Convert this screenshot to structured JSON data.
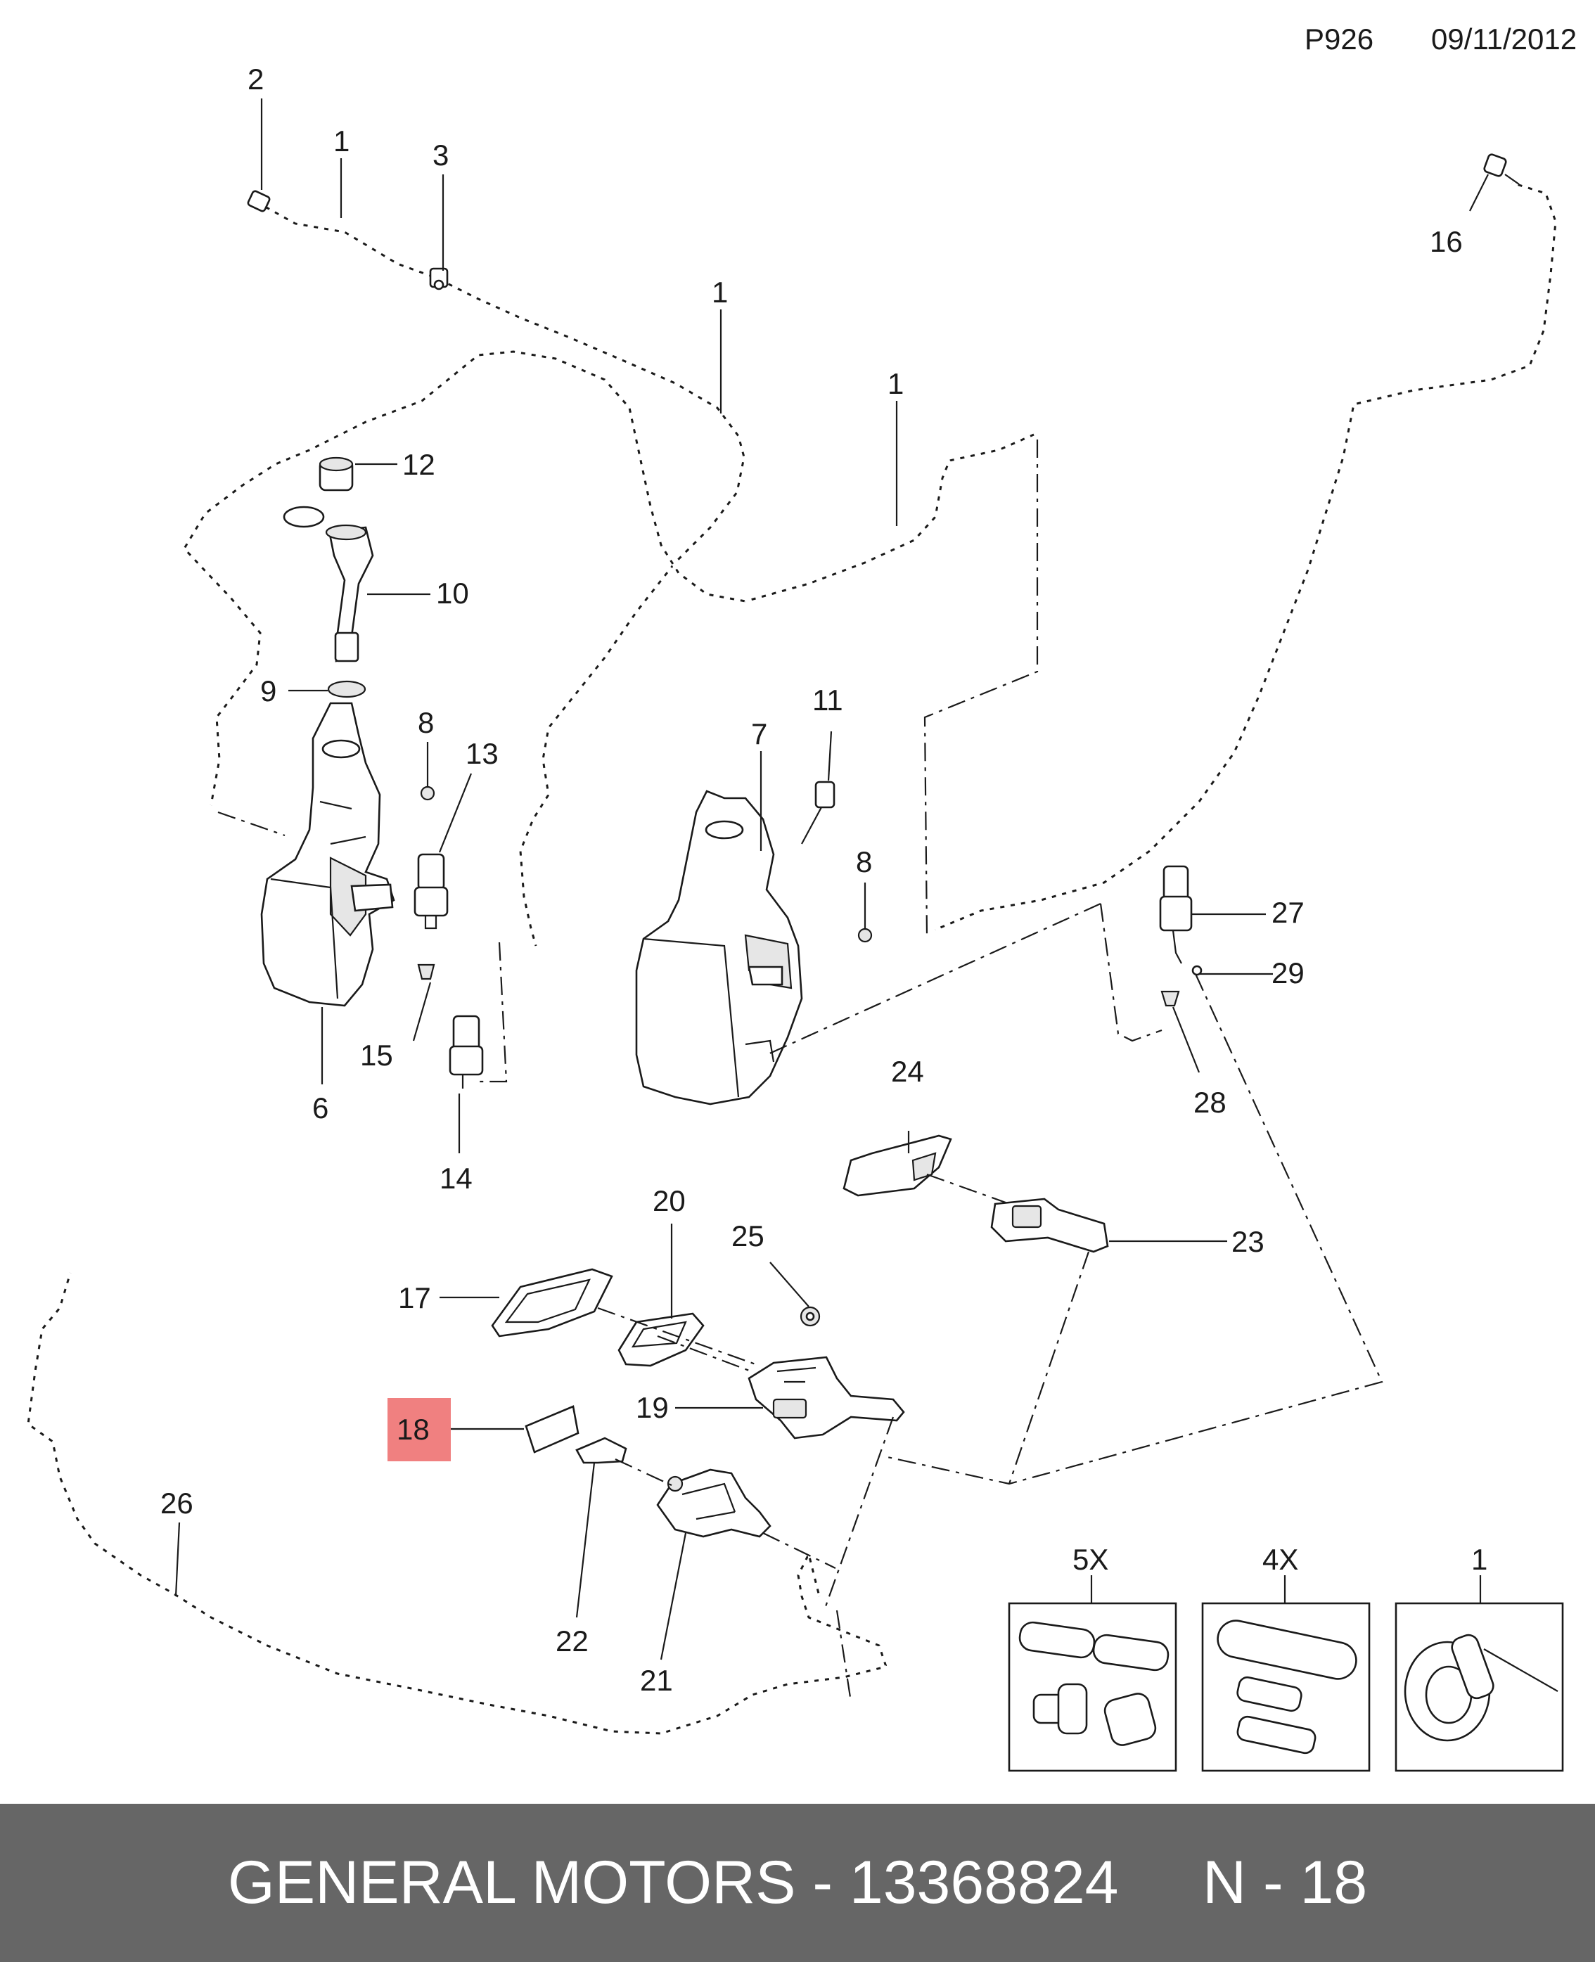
{
  "header": {
    "code": "P926",
    "date": "09/11/2012"
  },
  "highlight": {
    "label": "18",
    "color": "#f08080"
  },
  "callouts": {
    "n1a": "1",
    "n1b": "1",
    "n1c": "1",
    "n1box": "1",
    "n2": "2",
    "n3": "3",
    "n6": "6",
    "n7": "7",
    "n8a": "8",
    "n8b": "8",
    "n9": "9",
    "n10": "10",
    "n11": "11",
    "n12": "12",
    "n13": "13",
    "n14": "14",
    "n15": "15",
    "n16": "16",
    "n17": "17",
    "n19": "19",
    "n20": "20",
    "n21": "21",
    "n22": "22",
    "n23": "23",
    "n24": "24",
    "n25": "25",
    "n26": "26",
    "n27": "27",
    "n28": "28",
    "n29": "29",
    "box5x": "5X",
    "box4x": "4X"
  },
  "footer": {
    "brand": "GENERAL MOTORS",
    "part_number": "13368824",
    "ref": "N - 18",
    "text": "GENERAL MOTORS - 13368824     N - 18",
    "background": "#666666"
  }
}
